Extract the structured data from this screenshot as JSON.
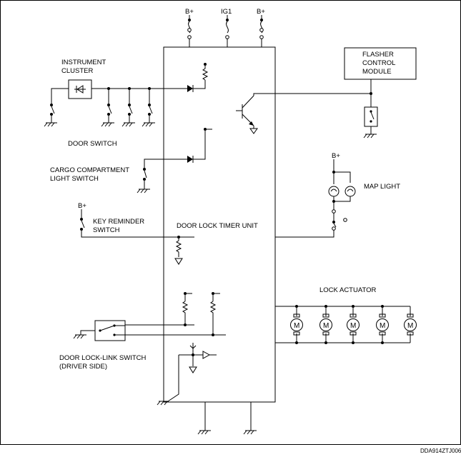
{
  "labels": {
    "b_plus_1": "B+",
    "ig1": "IG1",
    "b_plus_2": "B+",
    "instrument_cluster_1": "INSTRUMENT",
    "instrument_cluster_2": "CLUSTER",
    "flasher_1": "FLASHER",
    "flasher_2": "CONTROL",
    "flasher_3": "MODULE",
    "door_switch": "DOOR SWITCH",
    "cargo_1": "CARGO COMPARTMENT",
    "cargo_2": "LIGHT SWITCH",
    "b_plus_map": "B+",
    "map_light": "MAP LIGHT",
    "b_plus_key": "B+",
    "key_1": "KEY REMINDER",
    "key_2": "SWITCH",
    "timer_unit": "DOOR LOCK TIMER UNIT",
    "lock_actuator": "LOCK ACTUATOR",
    "motor": "M",
    "link_1": "DOOR LOCK-LINK SWITCH",
    "link_2": "(DRIVER SIDE)",
    "code": "DDA914ZTJ006"
  }
}
